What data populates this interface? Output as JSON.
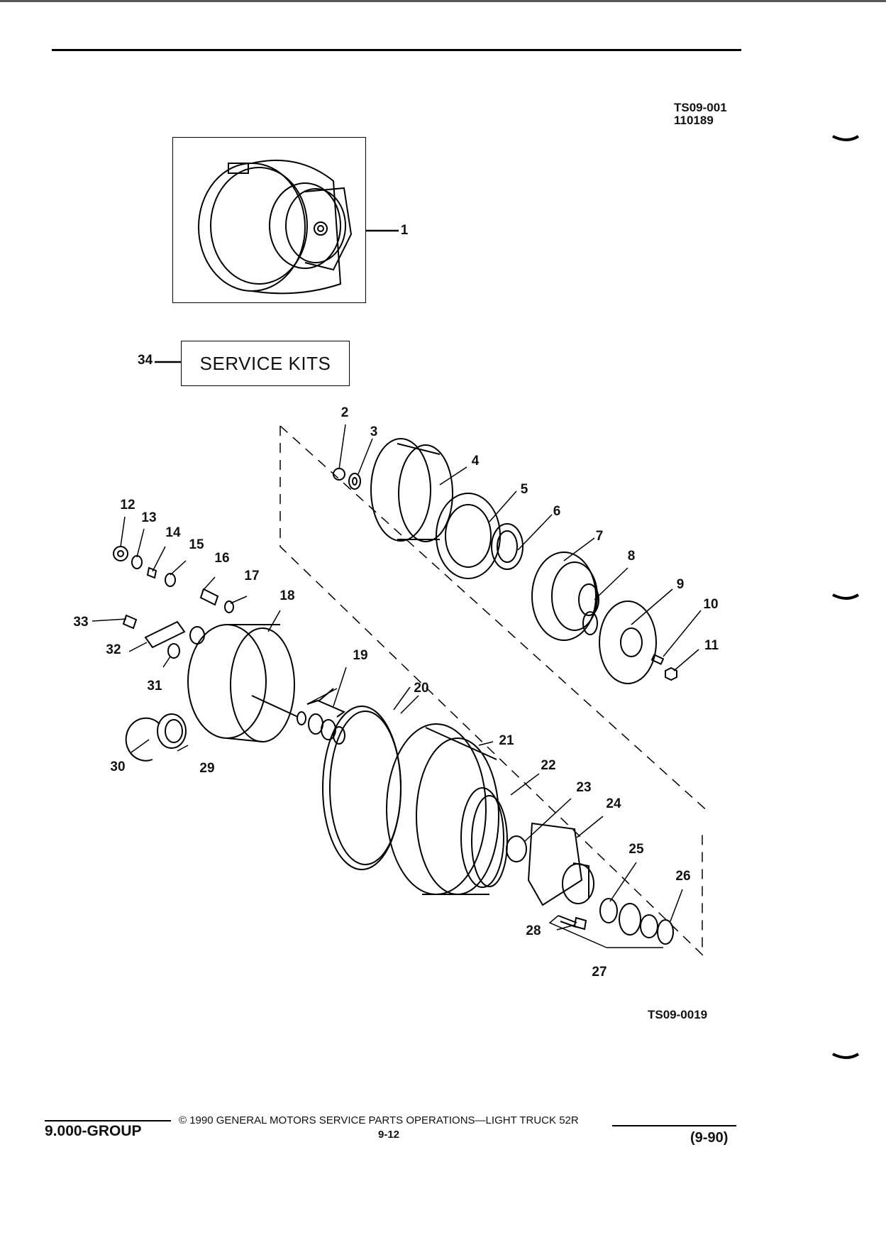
{
  "header": {
    "ref_code": "TS09-001",
    "ref_date": "110189"
  },
  "service_kit": {
    "label": "SERVICE KITS",
    "number": "34"
  },
  "callouts": [
    {
      "id": "c1",
      "text": "1"
    },
    {
      "id": "c2",
      "text": "2"
    },
    {
      "id": "c3",
      "text": "3"
    },
    {
      "id": "c4",
      "text": "4"
    },
    {
      "id": "c5",
      "text": "5"
    },
    {
      "id": "c6",
      "text": "6"
    },
    {
      "id": "c7",
      "text": "7"
    },
    {
      "id": "c8",
      "text": "8"
    },
    {
      "id": "c9",
      "text": "9"
    },
    {
      "id": "c10",
      "text": "10"
    },
    {
      "id": "c11",
      "text": "11"
    },
    {
      "id": "c12",
      "text": "12"
    },
    {
      "id": "c13",
      "text": "13"
    },
    {
      "id": "c14",
      "text": "14"
    },
    {
      "id": "c15",
      "text": "15"
    },
    {
      "id": "c16",
      "text": "16"
    },
    {
      "id": "c17",
      "text": "17"
    },
    {
      "id": "c18",
      "text": "18"
    },
    {
      "id": "c19",
      "text": "19"
    },
    {
      "id": "c20",
      "text": "20"
    },
    {
      "id": "c21",
      "text": "21"
    },
    {
      "id": "c22",
      "text": "22"
    },
    {
      "id": "c23",
      "text": "23"
    },
    {
      "id": "c24",
      "text": "24"
    },
    {
      "id": "c25",
      "text": "25"
    },
    {
      "id": "c26",
      "text": "26"
    },
    {
      "id": "c27",
      "text": "27"
    },
    {
      "id": "c28",
      "text": "28"
    },
    {
      "id": "c29",
      "text": "29"
    },
    {
      "id": "c30",
      "text": "30"
    },
    {
      "id": "c31",
      "text": "31"
    },
    {
      "id": "c32",
      "text": "32"
    },
    {
      "id": "c33",
      "text": "33"
    }
  ],
  "figure_id": "TS09-0019",
  "footer": {
    "group": "9.000-GROUP",
    "copyright": "© 1990 GENERAL MOTORS SERVICE PARTS OPERATIONS—LIGHT TRUCK 52R",
    "page": "9-12",
    "revision": "(9-90)"
  }
}
